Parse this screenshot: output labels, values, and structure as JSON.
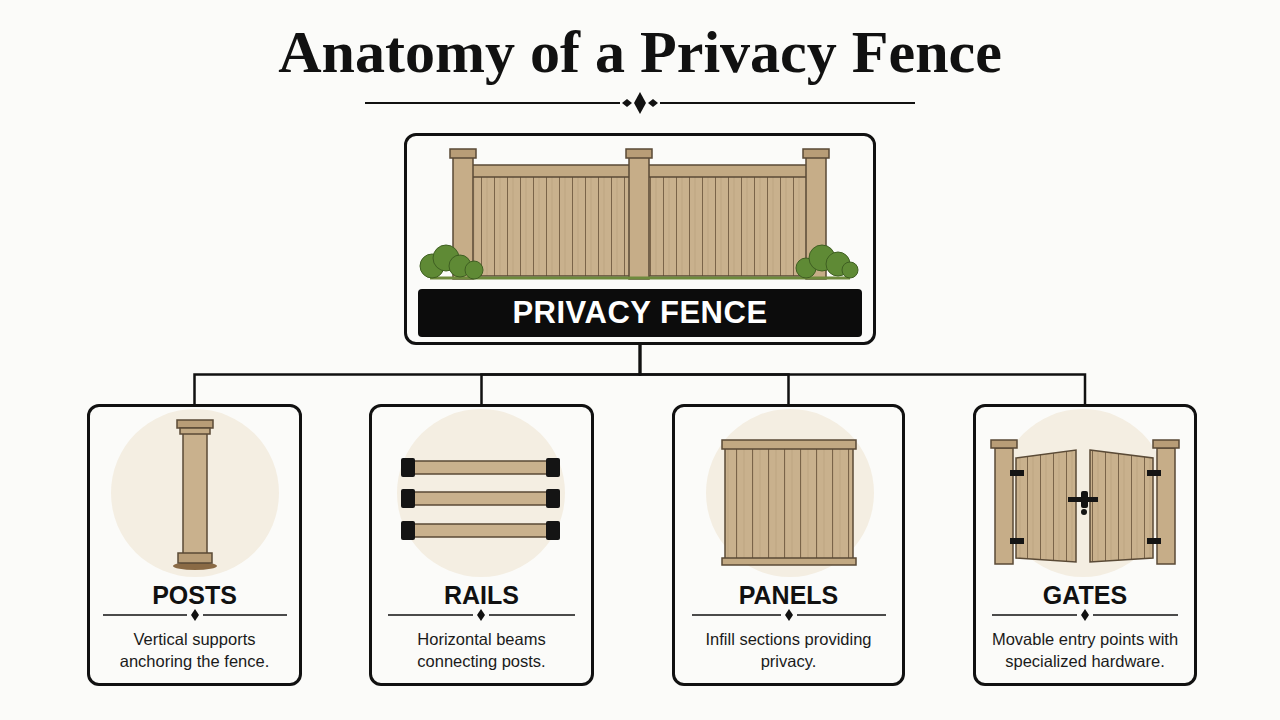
{
  "diagram": {
    "title": "Anatomy of a Privacy Fence",
    "nodes": [
      {
        "text": [
          "PRIVACY FENCE"
        ]
      },
      {
        "text": [
          "POSTS",
          "Vertical supports anchoring the fence."
        ]
      },
      {
        "text": [
          "RAILS",
          "Horizontal beams connecting posts."
        ]
      },
      {
        "text": [
          "PANELS",
          "Infill sections providing privacy."
        ]
      },
      {
        "text": [
          "GATES",
          "Movable entry points with specialized hardware."
        ]
      }
    ],
    "edges": [
      {
        "from": 0,
        "to": 1,
        "arrow": "none"
      },
      {
        "from": 0,
        "to": 2,
        "arrow": "none"
      },
      {
        "from": 0,
        "to": 3,
        "arrow": "none"
      },
      {
        "from": 0,
        "to": 4,
        "arrow": "none"
      }
    ]
  }
}
